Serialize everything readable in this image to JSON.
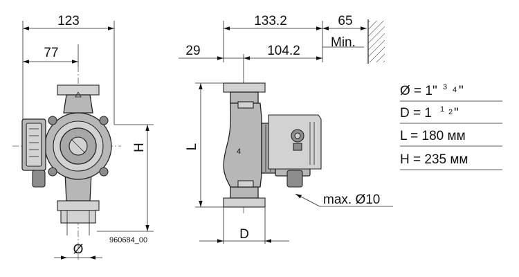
{
  "dimensions": {
    "width_total": "123",
    "width_partial": "77",
    "height_label": "H",
    "diameter_label": "Ø",
    "depth_total": "133.2",
    "depth_front": "29",
    "depth_rear": "104.2",
    "clearance": "65",
    "clearance_unit": "Min.",
    "length_label": "L",
    "connection_label": "D",
    "cable_note": "max. Ø10"
  },
  "drawing_number": "960684_00",
  "specs": [
    {
      "symbol": "Ø",
      "eq": " = 1",
      "s1": "3",
      "s2": "4",
      "tail": "\"",
      "q": "\"",
      "value": ""
    },
    {
      "symbol": "D",
      "eq": " = 1",
      "s1": "1",
      "s2": "2",
      "tail": "\"",
      "q": "",
      "value": ""
    },
    {
      "symbol": "L",
      "eq": " = ",
      "s1": "",
      "s2": "",
      "tail": "",
      "q": "",
      "value": "180 мм"
    },
    {
      "symbol": "H",
      "eq": " = ",
      "s1": "",
      "s2": "",
      "tail": "",
      "q": "",
      "value": "235 мм"
    }
  ]
}
